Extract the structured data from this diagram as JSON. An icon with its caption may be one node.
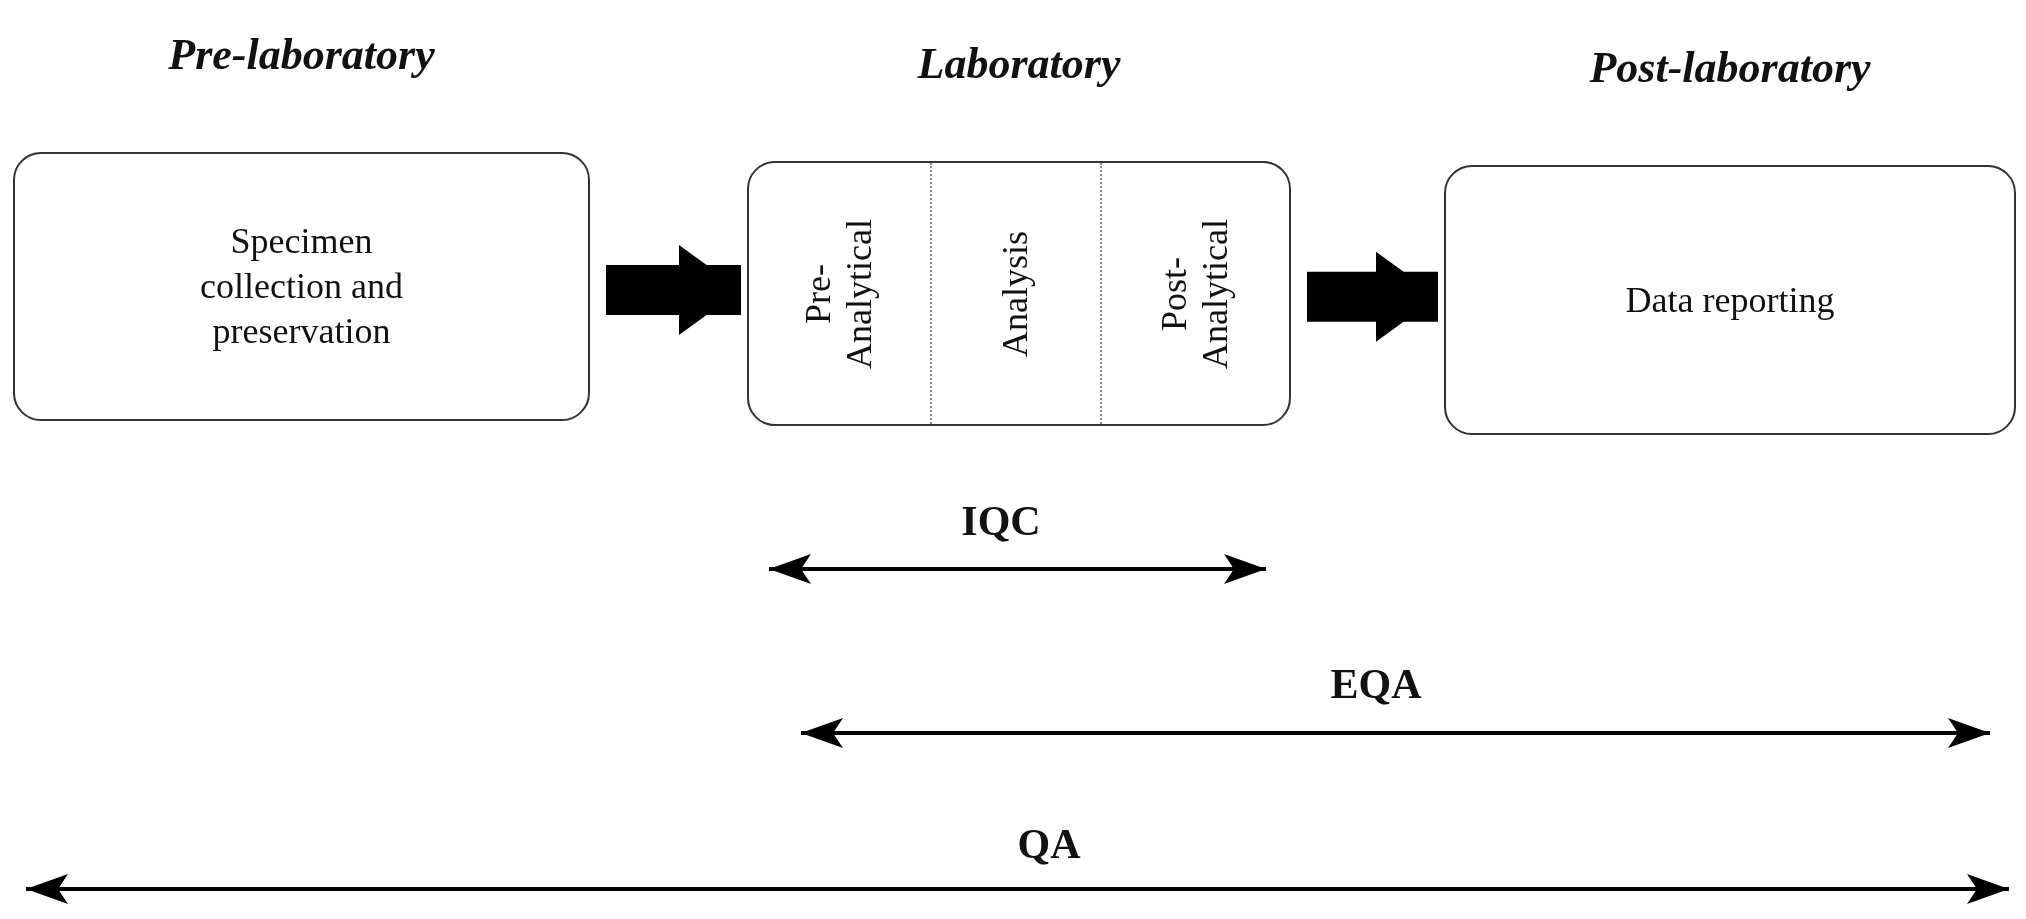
{
  "diagram": {
    "nodes": [
      {
        "text": [
          "Pre-laboratory",
          "Specimen collection and preservation"
        ]
      },
      {
        "text": [
          "Laboratory"
        ]
      },
      {
        "text": [
          "Pre- Analytical"
        ],
        "in": 1
      },
      {
        "text": [
          "Analysis"
        ],
        "in": 1
      },
      {
        "text": [
          "Post- Analytical"
        ],
        "in": 1
      },
      {
        "text": [
          "Post-laboratory",
          "Data reporting"
        ]
      }
    ],
    "edges": [
      {
        "from": 0,
        "to": 1,
        "arrow": "to"
      },
      {
        "from": 1,
        "to": 5,
        "arrow": "to"
      }
    ],
    "labels": [
      "IQC",
      "EQA",
      "QA"
    ]
  }
}
